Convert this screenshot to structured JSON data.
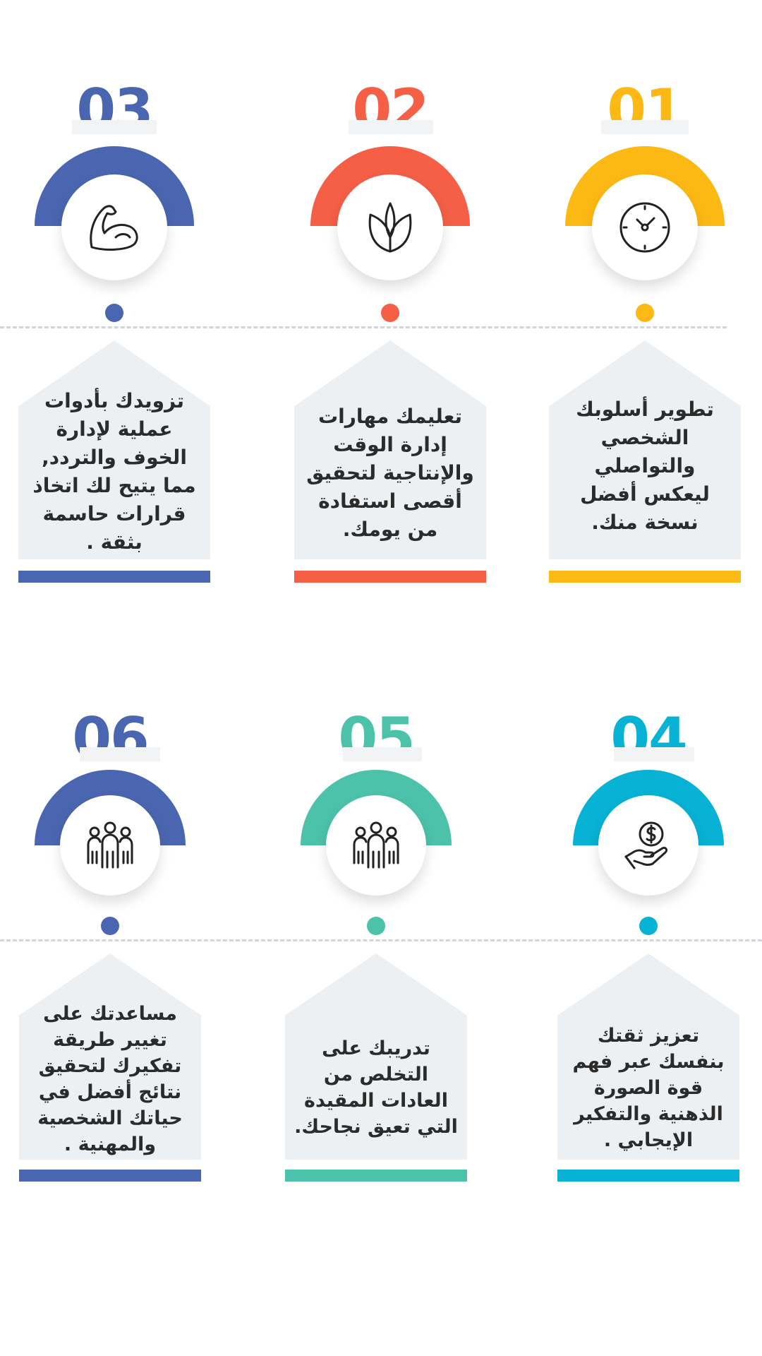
{
  "steps": [
    {
      "number": "01",
      "color": "#fdb913",
      "icon": "clock-icon",
      "text": "تطوير أسلوبك الشخصي والتواصلي ليعكس أفضل نسخة منك."
    },
    {
      "number": "02",
      "color": "#f45f46",
      "icon": "leaf-icon",
      "text": "تعليمك مهارات إدارة الوقت والإنتاجية لتحقيق أقصى استفادة من يومك."
    },
    {
      "number": "03",
      "color": "#4a66b0",
      "icon": "flexed-arm-icon",
      "text": "تزويدك بأدوات عملية لإدارة الخوف والتردد, مما يتيح لك اتخاذ قرارات حاسمة بثقة ."
    },
    {
      "number": "04",
      "color": "#07b2d4",
      "icon": "hand-dollar-coin-icon",
      "text": "تعزيز ثقتك بنفسك عبر فهم قوة الصورة الذهنية والتفكير الإيجابي ."
    },
    {
      "number": "05",
      "color": "#4cc2ab",
      "icon": "team-people-icon",
      "text": "تدريبك على التخلص من العادات المقيدة التي تعيق نجاحك."
    },
    {
      "number": "06",
      "color": "#4a66b0",
      "icon": "team-people-icon",
      "text": "مساعدتك على تغيير طريقة تفكيرك لتحقيق نتائج أفضل في حياتك الشخصية والمهنية ."
    }
  ]
}
